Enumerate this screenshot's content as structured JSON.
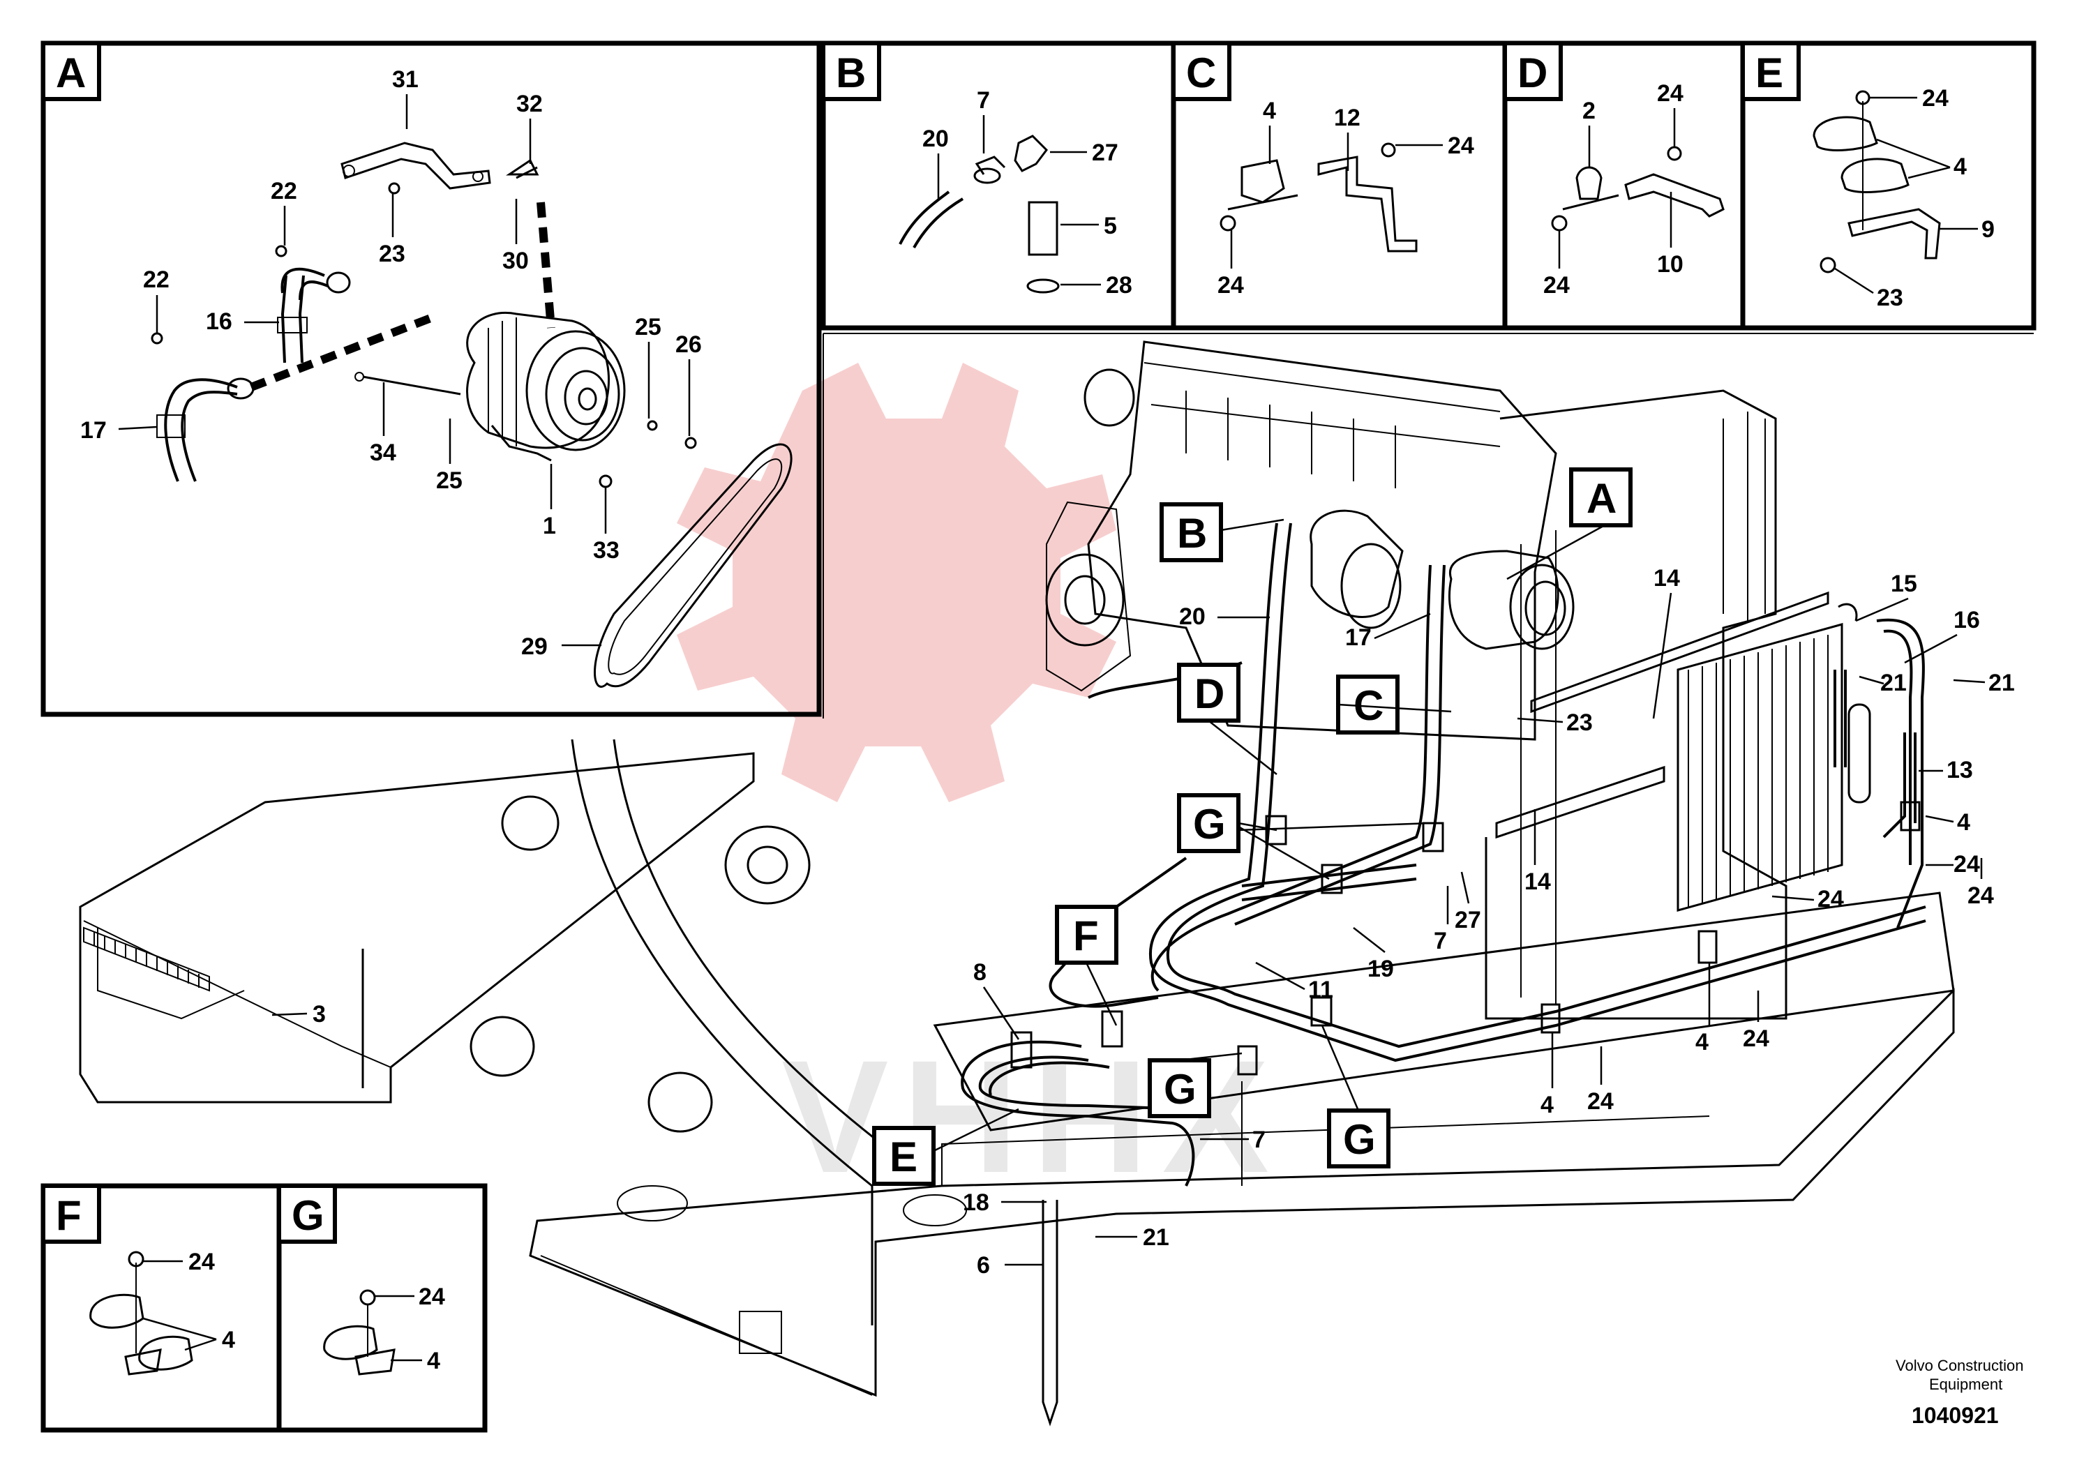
{
  "panels": {
    "a": {
      "tag": "A",
      "labels": [
        "31",
        "32",
        "22",
        "23",
        "30",
        "22",
        "16",
        "25",
        "26",
        "17",
        "34",
        "25",
        "1",
        "33",
        "29"
      ]
    },
    "b": {
      "tag": "B",
      "labels": [
        "7",
        "20",
        "27",
        "5",
        "28"
      ]
    },
    "c": {
      "tag": "C",
      "labels": [
        "4",
        "12",
        "24",
        "24"
      ]
    },
    "d": {
      "tag": "D",
      "labels": [
        "2",
        "24",
        "24",
        "10"
      ]
    },
    "e": {
      "tag": "E",
      "labels": [
        "24",
        "4",
        "9",
        "23"
      ]
    },
    "f": {
      "tag": "F",
      "labels": [
        "24",
        "4"
      ]
    },
    "g": {
      "tag": "G",
      "labels": [
        "24",
        "4"
      ]
    }
  },
  "main": {
    "callouts": [
      "A",
      "B",
      "C",
      "D",
      "G",
      "F",
      "G",
      "E",
      "G"
    ],
    "labels": [
      "14",
      "15",
      "16",
      "21",
      "21",
      "17",
      "20",
      "23",
      "13",
      "4",
      "24",
      "24",
      "24",
      "14",
      "27",
      "7",
      "19",
      "11",
      "4",
      "24",
      "4",
      "24",
      "8",
      "3",
      "7",
      "18",
      "21",
      "6"
    ]
  },
  "footer": {
    "company_line1": "Volvo Construction",
    "company_line2": "Equipment",
    "doc_number": "1040921"
  },
  "watermark": {
    "color": "#f6c9c9",
    "text_color": "#e6e6e6",
    "text": "VHHX"
  }
}
